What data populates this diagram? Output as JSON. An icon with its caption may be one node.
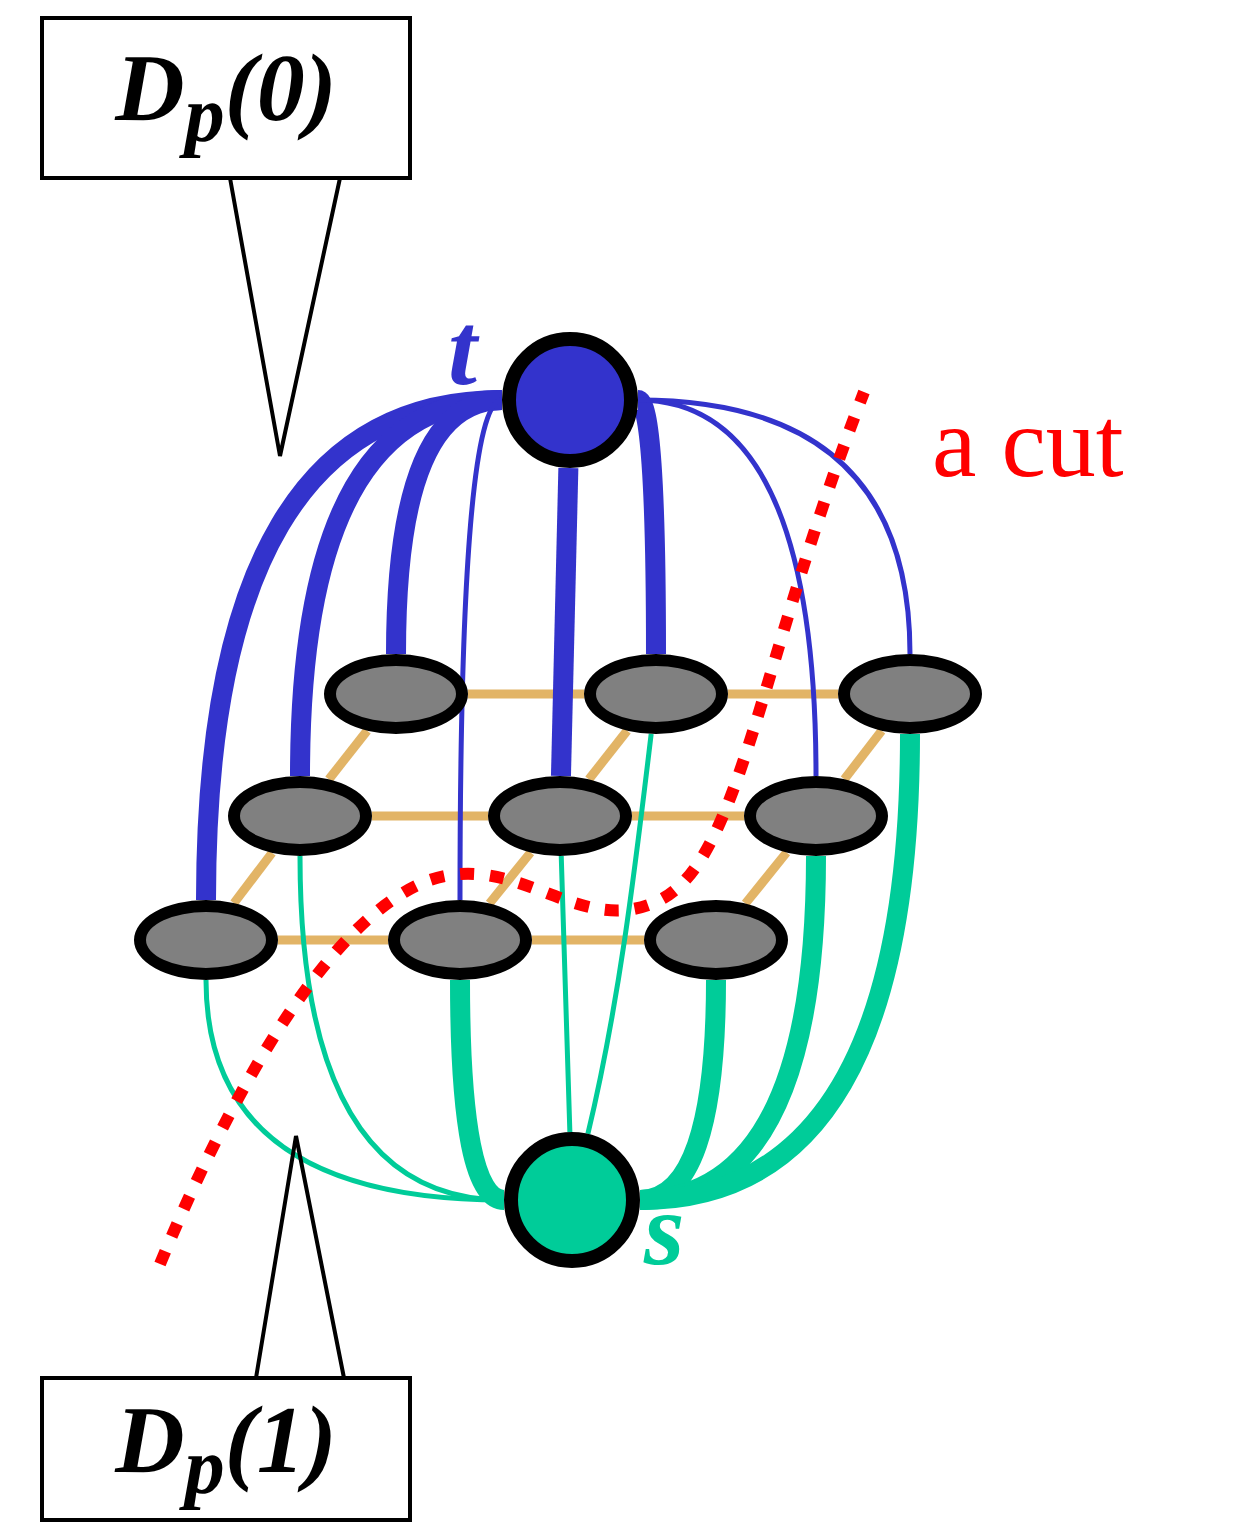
{
  "diagram": {
    "nodes": [
      {
        "text": [
          "D$_{p}$(0)"
        ]
      },
      {
        "text": [],
        "shape": "circle",
        "beside": [
          "t"
        ]
      },
      {
        "text": [],
        "shape": "ellipse"
      },
      {
        "text": [],
        "shape": "ellipse"
      },
      {
        "text": [],
        "shape": "ellipse"
      },
      {
        "text": [],
        "shape": "ellipse"
      },
      {
        "text": [],
        "shape": "ellipse"
      },
      {
        "text": [],
        "shape": "ellipse"
      },
      {
        "text": [],
        "shape": "ellipse"
      },
      {
        "text": [],
        "shape": "ellipse"
      },
      {
        "text": [],
        "shape": "ellipse"
      },
      {
        "text": [],
        "shape": "circle",
        "beside": [
          "s"
        ]
      },
      {
        "text": [
          "D$_{p}$(1)"
        ]
      }
    ],
    "edges": [
      {
        "from": 2,
        "to": 3,
        "arrow": "none"
      },
      {
        "from": 3,
        "to": 4,
        "arrow": "none"
      },
      {
        "from": 5,
        "to": 6,
        "arrow": "none"
      },
      {
        "from": 6,
        "to": 7,
        "arrow": "none"
      },
      {
        "from": 8,
        "to": 9,
        "arrow": "none"
      },
      {
        "from": 9,
        "to": 10,
        "arrow": "none"
      },
      {
        "from": 2,
        "to": 5,
        "arrow": "none"
      },
      {
        "from": 5,
        "to": 8,
        "arrow": "none"
      },
      {
        "from": 3,
        "to": 6,
        "arrow": "none"
      },
      {
        "from": 6,
        "to": 9,
        "arrow": "none"
      },
      {
        "from": 4,
        "to": 7,
        "arrow": "none"
      },
      {
        "from": 7,
        "to": 10,
        "arrow": "none"
      },
      {
        "from": 1,
        "to": 8,
        "arrow": "none",
        "style": "thick",
        "color": "#3333cc"
      },
      {
        "from": 1,
        "to": 5,
        "arrow": "none",
        "style": "thick",
        "color": "#3333cc"
      },
      {
        "from": 1,
        "to": 2,
        "arrow": "none",
        "style": "thick",
        "color": "#3333cc"
      },
      {
        "from": 1,
        "to": 9,
        "arrow": "none",
        "color": "#3333cc"
      },
      {
        "from": 1,
        "to": 6,
        "arrow": "none",
        "style": "thick",
        "color": "#3333cc"
      },
      {
        "from": 1,
        "to": 3,
        "arrow": "none",
        "style": "thick",
        "color": "#3333cc"
      },
      {
        "from": 1,
        "to": 7,
        "arrow": "none",
        "color": "#3333cc"
      },
      {
        "from": 1,
        "to": 4,
        "arrow": "none",
        "color": "#3333cc"
      },
      {
        "from": 11,
        "to": 8,
        "arrow": "none",
        "color": "#00cc99"
      },
      {
        "from": 11,
        "to": 5,
        "arrow": "none",
        "color": "#00cc99"
      },
      {
        "from": 11,
        "to": 9,
        "arrow": "none",
        "style": "thick",
        "color": "#00cc99"
      },
      {
        "from": 11,
        "to": 6,
        "arrow": "none",
        "color": "#00cc99"
      },
      {
        "from": 11,
        "to": 3,
        "arrow": "none",
        "color": "#00cc99"
      },
      {
        "from": 11,
        "to": 10,
        "arrow": "none",
        "style": "thick",
        "color": "#00cc99"
      },
      {
        "from": 11,
        "to": 7,
        "arrow": "none",
        "style": "thick",
        "color": "#00cc99"
      },
      {
        "from": 11,
        "to": 4,
        "arrow": "none",
        "style": "thick",
        "color": "#00cc99"
      },
      {
        "from": 0,
        "to": null,
        "arrow": "none",
        "color": "#000000"
      },
      {
        "from": 12,
        "to": null,
        "arrow": "none",
        "color": "#000000"
      }
    ],
    "labels": [
      "a cut"
    ]
  }
}
